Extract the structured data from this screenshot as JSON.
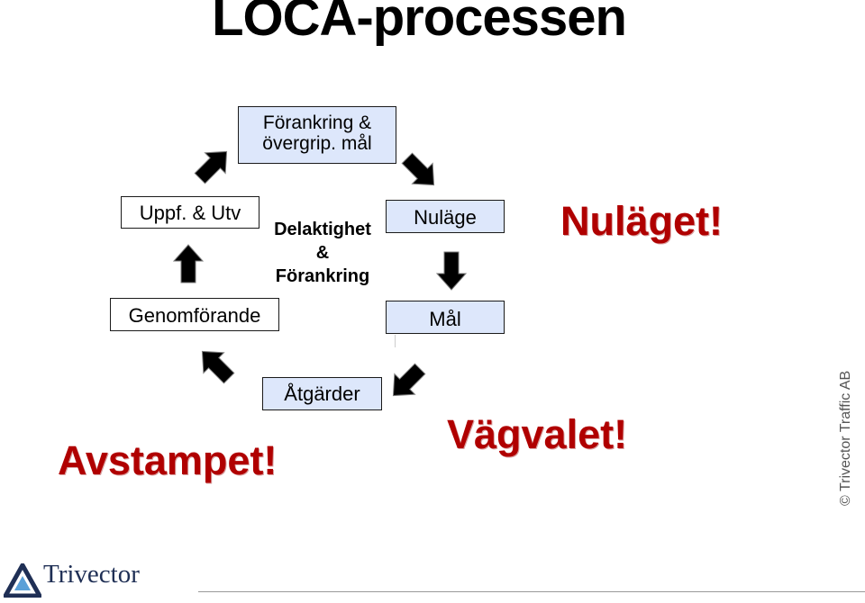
{
  "title": "LOCA-processen",
  "boxes": {
    "top": "Förankring & övergrip. mål",
    "uppf": "Uppf. & Utv",
    "nulage": "Nuläge",
    "genomforande": "Genomförande",
    "mal": "Mål",
    "atgarder": "Åtgärder"
  },
  "center": {
    "line1": "Delaktighet",
    "line2": "&",
    "line3": "Förankring"
  },
  "callouts": {
    "nulaget": "Nuläget!",
    "avstampet": "Avstampet!",
    "vagvalet": "Vägvalet!"
  },
  "copyright": "© Trivector Traffic AB",
  "logo": {
    "name": "Trivector"
  },
  "colors": {
    "box_fill": "#dde7fb",
    "callout": "#b00000",
    "logo": "#1f2f55"
  }
}
